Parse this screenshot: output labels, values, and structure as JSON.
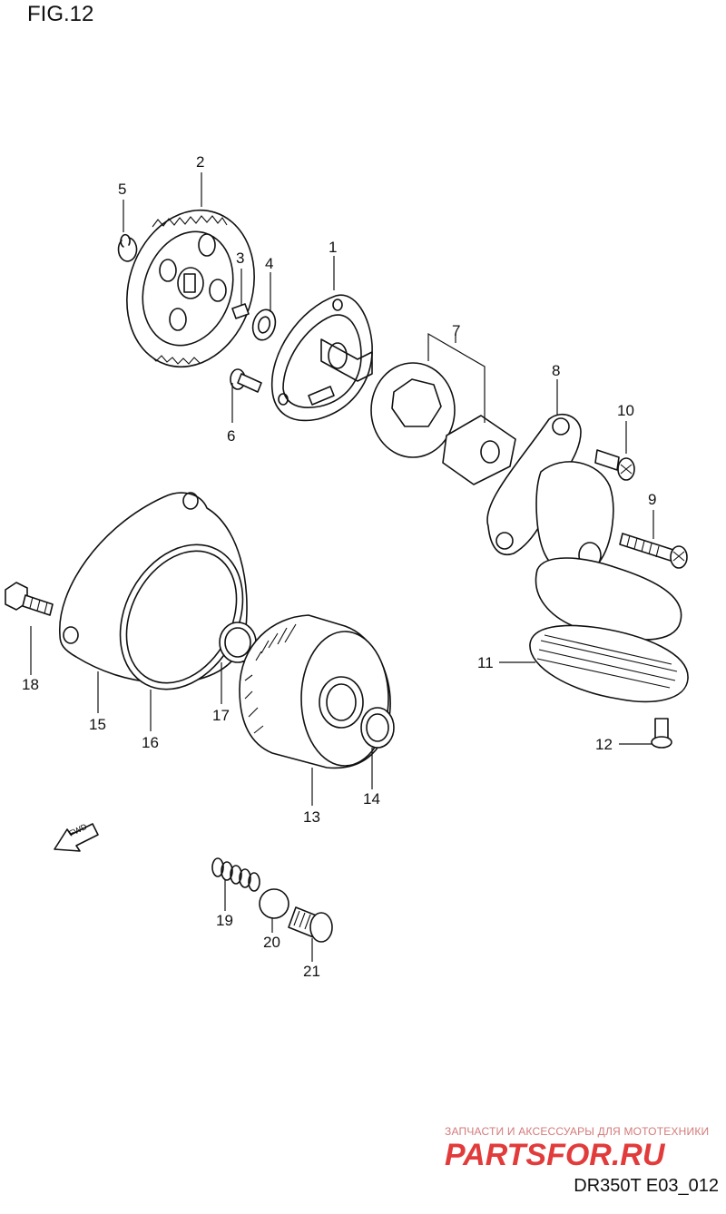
{
  "figure": {
    "title": "FIG.12",
    "code": "DR350T E03_012"
  },
  "watermark": {
    "tagline": "ЗАПЧАСТИ И АКСЕССУАРЫ ДЛЯ МОТОТЕХНИКИ",
    "logo_text": "PARTSFOR.RU",
    "color": "#e23b3b"
  },
  "callouts": [
    "1",
    "2",
    "3",
    "4",
    "5",
    "6",
    "7",
    "8",
    "9",
    "10",
    "11",
    "12",
    "13",
    "14",
    "15",
    "16",
    "17",
    "18",
    "19",
    "20",
    "21"
  ],
  "fwd_label": "FWD"
}
